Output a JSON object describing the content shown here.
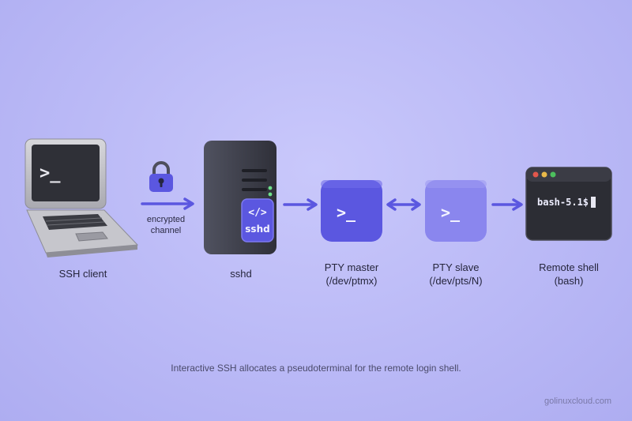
{
  "nodes": {
    "ssh_client": {
      "label": "SSH client"
    },
    "sshd": {
      "label": "sshd",
      "badge": "sshd"
    },
    "pty_master": {
      "line1": "PTY master",
      "line2": "(/dev/ptmx)"
    },
    "pty_slave": {
      "line1": "PTY slave",
      "line2": "(/dev/pts/N)"
    },
    "remote_shell": {
      "line1": "Remote shell",
      "line2": "(bash)",
      "prompt": "bash-5.1$"
    }
  },
  "links": {
    "encrypted_channel": {
      "line1": "encrypted",
      "line2": "channel"
    }
  },
  "caption": "Interactive SSH allocates a pseudoterminal for the remote login shell.",
  "watermark": "golinuxcloud.com",
  "colors": {
    "accent": "#5b57e0",
    "accent_light": "#8a86ee",
    "server": "#3d3f4a",
    "background": "#bab9f6"
  },
  "icons": [
    "laptop-icon",
    "lock-icon",
    "server-icon",
    "terminal-icon",
    "terminal-window-icon"
  ]
}
